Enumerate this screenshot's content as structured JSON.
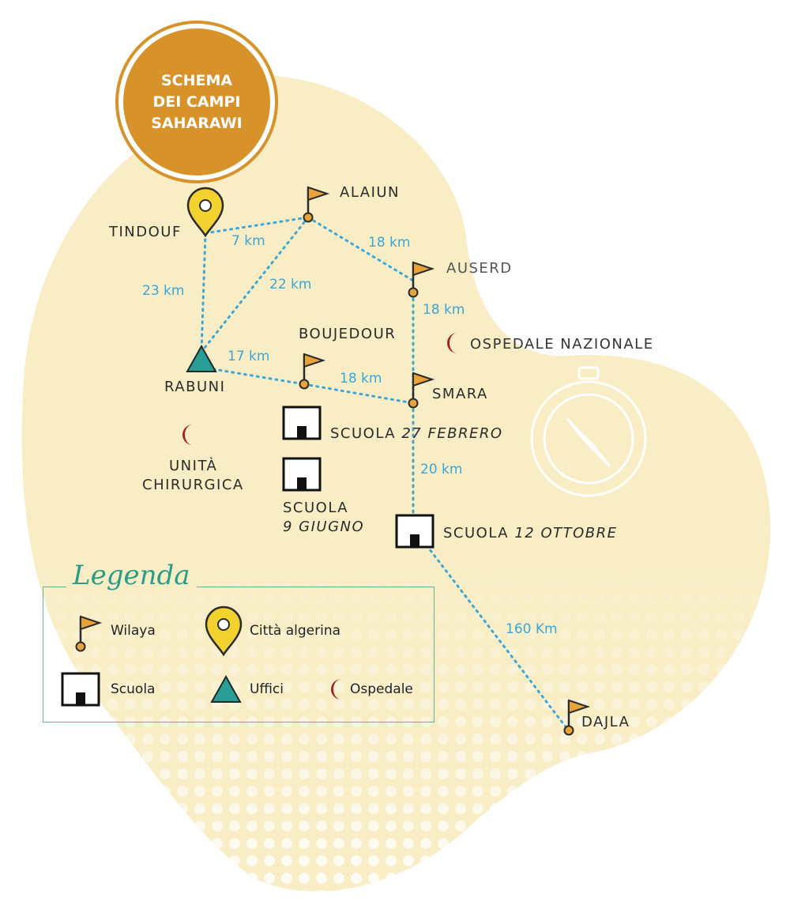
{
  "title": [
    "SCHEMA",
    "DEI CAMPI",
    "SAHARAWI"
  ],
  "places": {
    "tindouf": "TINDOUF",
    "alaiun": "ALAIUN",
    "auserd": "AUSERD",
    "boujedour": "BOUJEDOUR",
    "rabuni": "RABUNI",
    "smara": "SMARA",
    "ospedale_nazionale": "OSPEDALE NAZIONALE",
    "unita": "UNITÀ",
    "chirurgica": "CHIRURGICA",
    "scuola_27_a": "SCUOLA",
    "scuola_27_b": "27 FEBRERO",
    "scuola_9_a": "SCUOLA",
    "scuola_9_b": "9 GIUGNO",
    "scuola_12_a": "SCUOLA",
    "scuola_12_b": "12 OTTOBRE",
    "dajla": "DAJLA"
  },
  "distances": {
    "tindouf_alaiun": "7 km",
    "alaiun_auserd": "18 km",
    "tindouf_rabuni": "23 km",
    "alaiun_rabuni": "22 km",
    "auserd_smara": "18 km",
    "rabuni_boujedour": "17 km",
    "boujedour_smara": "18 km",
    "smara_scuola12": "20 km",
    "scuola12_dajla": "160 Km"
  },
  "legend": {
    "title": "Legenda",
    "wilaya": "Wilaya",
    "citta": "Città algerina",
    "scuola": "Scuola",
    "uffici": "Uffici",
    "ospedale": "Ospedale"
  },
  "colors": {
    "land": "#f8edc5",
    "route": "#3aa7d8",
    "flag": "#e8a23a",
    "pin": "#f2d22e",
    "office": "#2a9d96",
    "hospital": "#a3202a",
    "badge": "#d8922a",
    "legend_accent": "#2a9d8a"
  },
  "icons": [
    "flag-icon",
    "map-pin-icon",
    "school-icon",
    "triangle-office-icon",
    "crescent-hospital-icon",
    "compass-icon"
  ]
}
